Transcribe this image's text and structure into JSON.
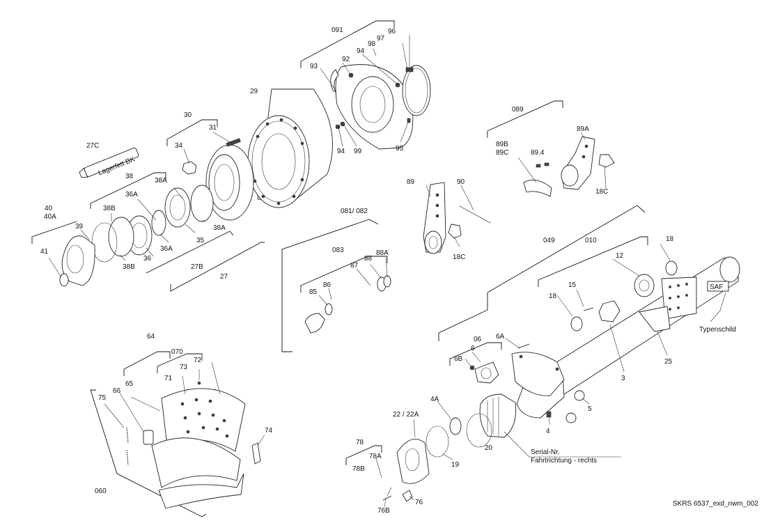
{
  "labels": {
    "l091": "091",
    "l96": "96",
    "l97": "97",
    "l98": "98",
    "l94a": "94",
    "l92": "92",
    "l93": "93",
    "l29": "29",
    "l95": "95",
    "l94b": "94",
    "l99": "99",
    "l089": "089",
    "l89a": "89A",
    "l89b": "89B",
    "l89c": "89C",
    "l894": "89.4",
    "l18c_a": "18C",
    "l30": "30",
    "l31": "31",
    "l34": "34",
    "l27c": "27C",
    "lagerfett": "Lagerfett BK",
    "l38": "38",
    "l38a_a": "38A",
    "l36a_a": "36A",
    "l38b_a": "38B",
    "l40": "40",
    "l40a": "40A",
    "l39": "39",
    "l41": "41",
    "l38b_b": "38B",
    "l36": "36",
    "l36a_b": "36A",
    "l35": "35",
    "l38a_b": "38A",
    "l27b": "27B",
    "l27": "27",
    "l89": "89",
    "l90": "90",
    "l18c_b": "18C",
    "l081": "081/  082",
    "l083": "083",
    "l88a": "88A",
    "l88": "88",
    "l87": "87",
    "l85": "85",
    "l86": "86",
    "l049": "049",
    "l010": "010",
    "l18a": "18",
    "l12": "12",
    "l15": "15",
    "l18b": "18",
    "saf": "SAF",
    "typenschild": "Typenschild",
    "l25": "25",
    "l3": "3",
    "l06": "06",
    "l6a": "6A",
    "l6": "6",
    "l6b": "6B",
    "l5": "5",
    "l4": "4",
    "l4a": "4A",
    "l22": "22 / 22A",
    "l20": "20",
    "l19": "19",
    "serial": "Serial-Nr.",
    "fahrt": "Fahrtrichtung - rechts",
    "l64": "64",
    "l070": "070",
    "l73": "73",
    "l72": "72",
    "l71": "71",
    "l65": "65",
    "l66": "66",
    "l75": "75",
    "l74": "74",
    "l060": "060",
    "l78": "78",
    "l78a": "78A",
    "l78b": "78B",
    "l76": "76",
    "l76b": "76B"
  },
  "caption": "SKRS 6537_exd_nwm_002"
}
